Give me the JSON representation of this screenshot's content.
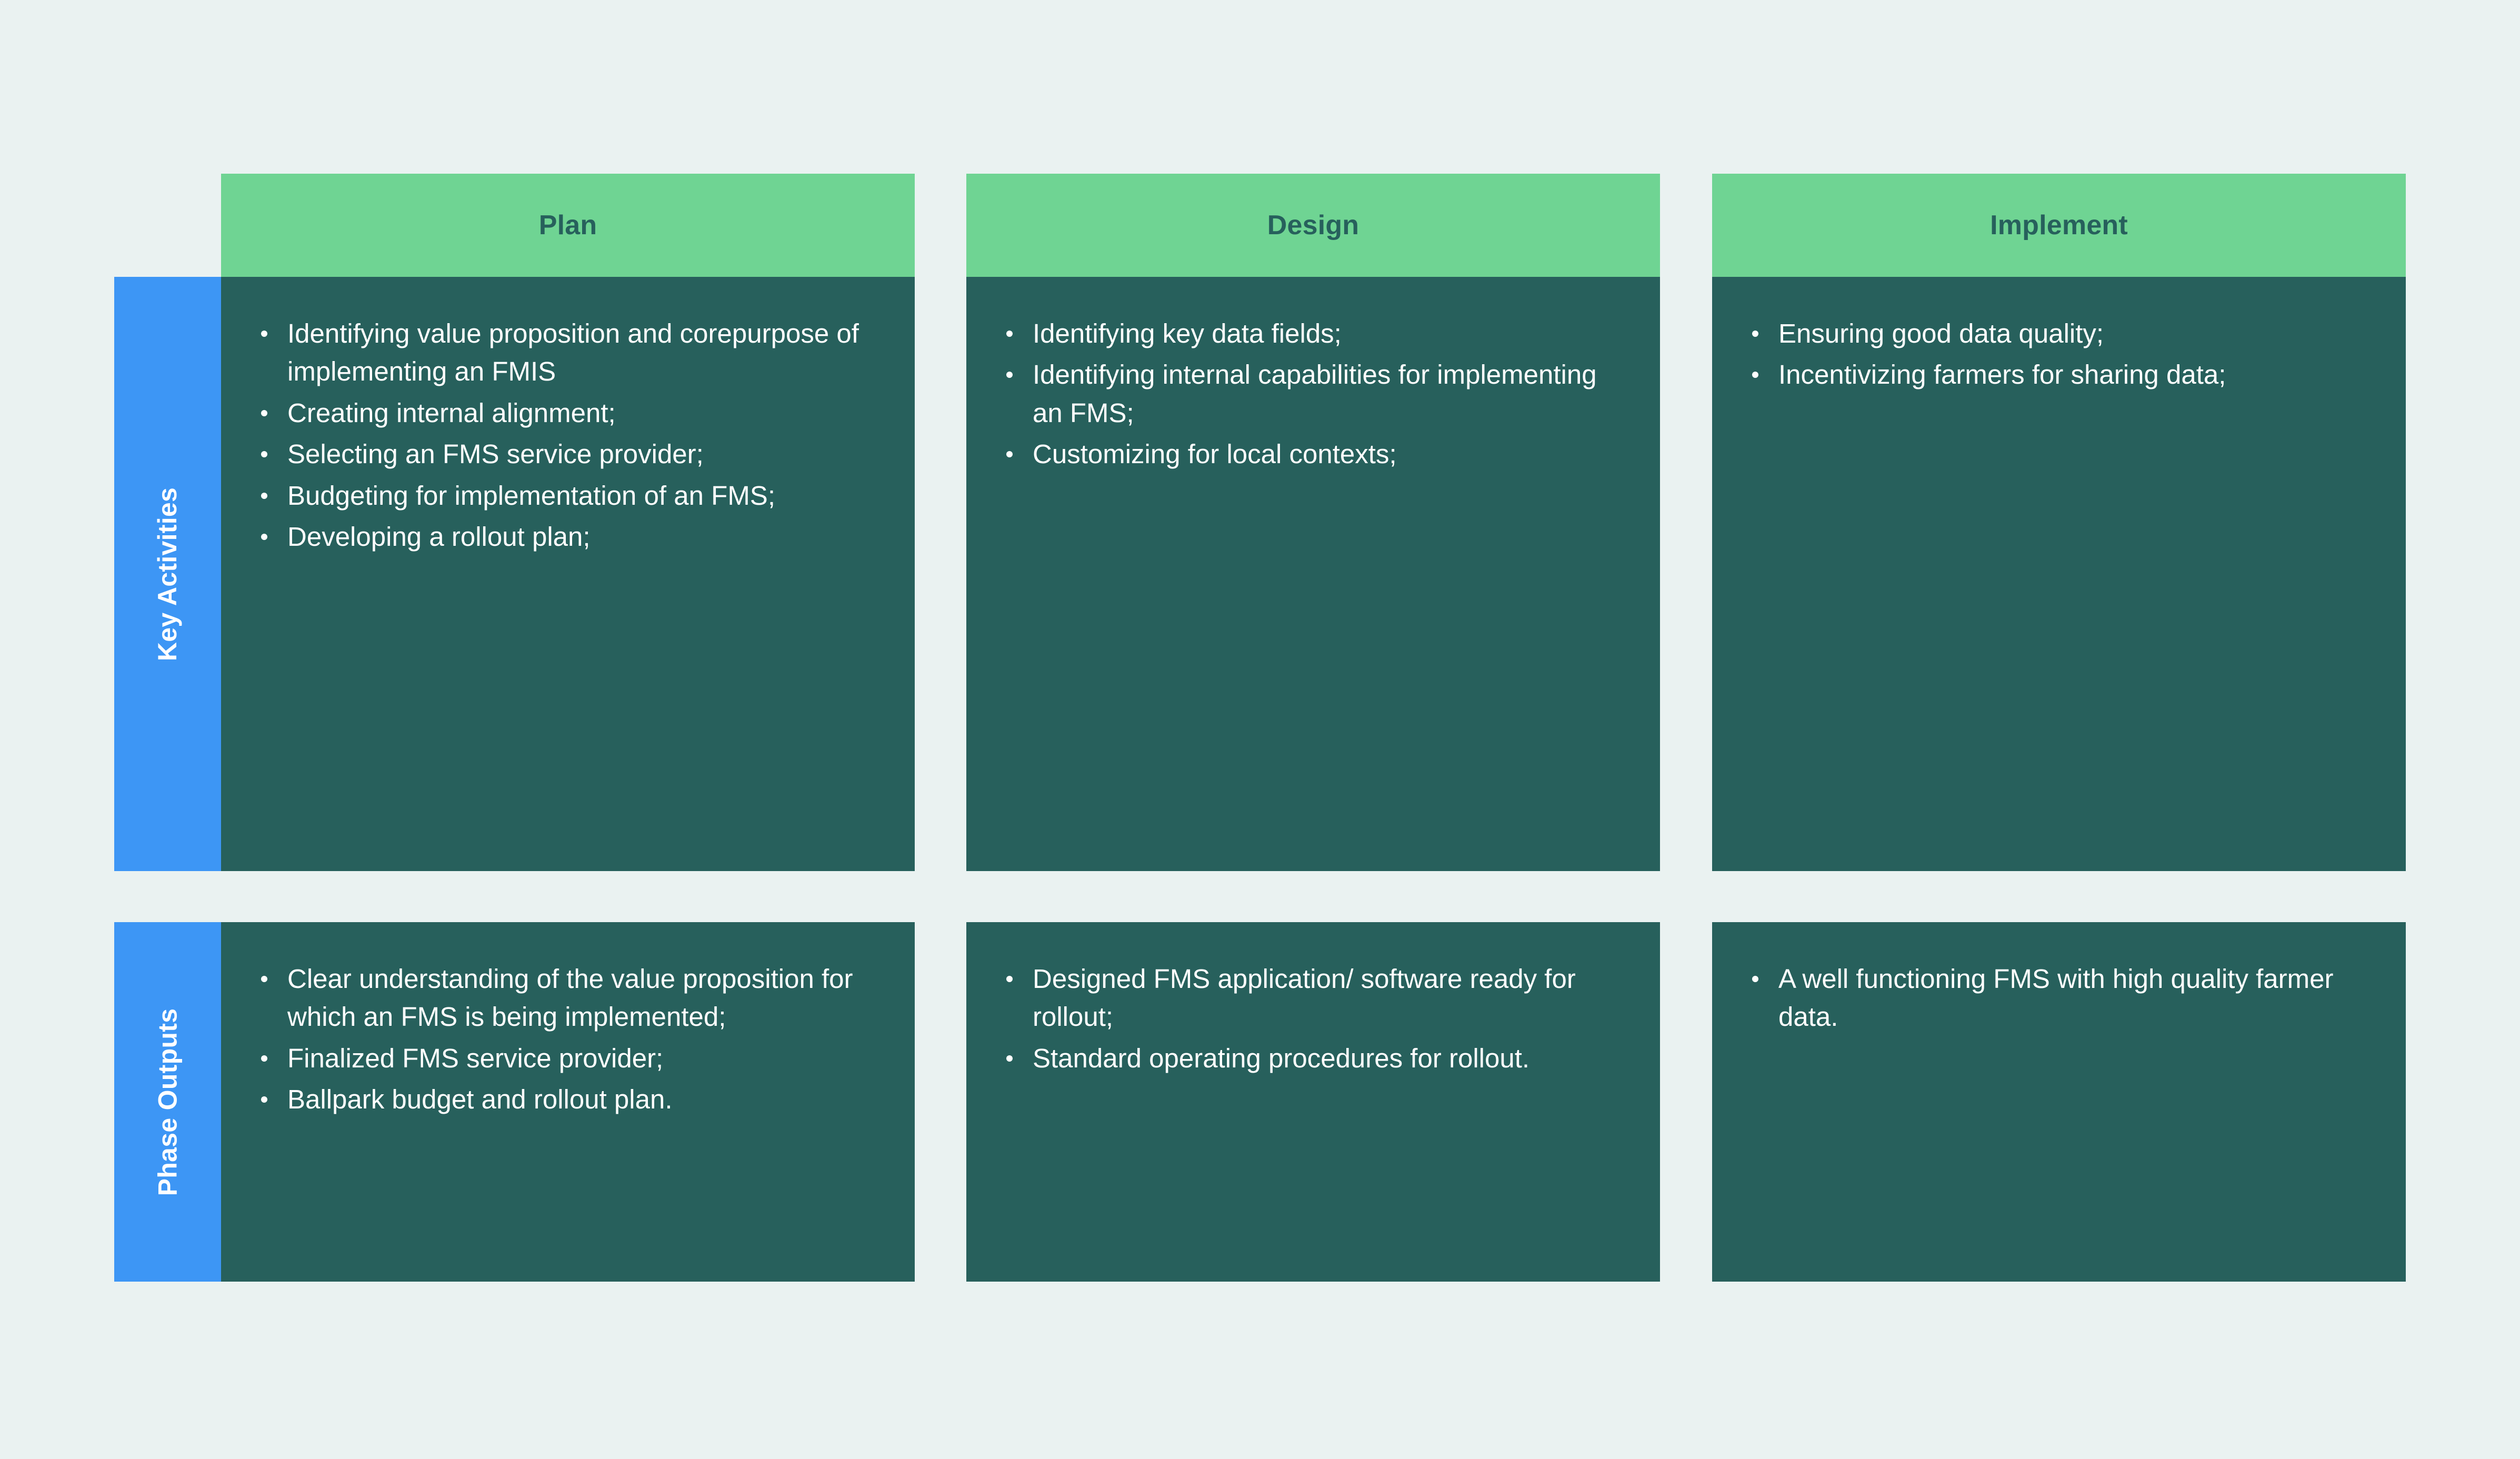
{
  "colors": {
    "background": "#eaf2f1",
    "header_green": "#6fd493",
    "panel_teal": "#27605c",
    "rail_blue": "#3d96f5",
    "header_text": "#27605c",
    "body_text": "#ffffff"
  },
  "row_labels": [
    {
      "id": "key-activities",
      "label": "Key Activities"
    },
    {
      "id": "phase-outputs",
      "label": "Phase Outputs"
    }
  ],
  "columns": [
    {
      "id": "plan",
      "header": "Plan",
      "key_activities": [
        "Identifying value proposition and corepurpose of implementing an FMIS",
        "Creating internal alignment;",
        "Selecting an FMS service provider;",
        "Budgeting for implementation of an FMS;",
        "Developing a rollout plan;"
      ],
      "phase_outputs": [
        "Clear understanding of the value proposition for which an FMS is being implemented;",
        "Finalized FMS service provider;",
        "Ballpark budget and rollout plan."
      ]
    },
    {
      "id": "design",
      "header": "Design",
      "key_activities": [
        "Identifying key data fields;",
        "Identifying internal capabilities for implementing an FMS;",
        "Customizing for local contexts;"
      ],
      "phase_outputs": [
        "Designed FMS application/ software ready for rollout;",
        "Standard operating procedures for rollout."
      ]
    },
    {
      "id": "implement",
      "header": "Implement",
      "key_activities": [
        "Ensuring good data quality;",
        "Incentivizing farmers for sharing data;"
      ],
      "phase_outputs": [
        "A well functioning FMS with high quality farmer data."
      ]
    }
  ]
}
